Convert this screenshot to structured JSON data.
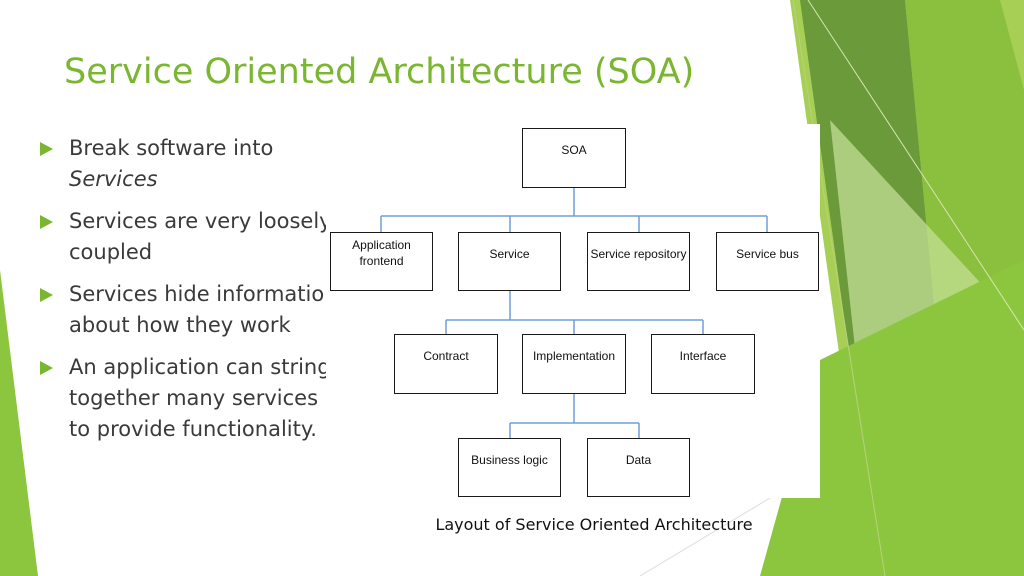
{
  "slide": {
    "title": "Service Oriented Architecture (SOA)",
    "bullets": [
      {
        "text": "Break software into",
        "italic": "Services"
      },
      {
        "text": "Services are very loosely coupled"
      },
      {
        "text": "Services hide information about how they work"
      },
      {
        "text": "An application can string together many services to provide functionality."
      }
    ],
    "caption": "Layout of Service Oriented Architecture"
  },
  "diagram": {
    "root": "SOA",
    "level1": [
      "Application frontend",
      "Service",
      "Service repository",
      "Service bus"
    ],
    "level2": [
      "Contract",
      "Implementation",
      "Interface"
    ],
    "level3": [
      "Business logic",
      "Data"
    ]
  },
  "colors": {
    "accent": "#7ab630",
    "connector": "#6f9fd8",
    "text": "#3a3a3a"
  }
}
